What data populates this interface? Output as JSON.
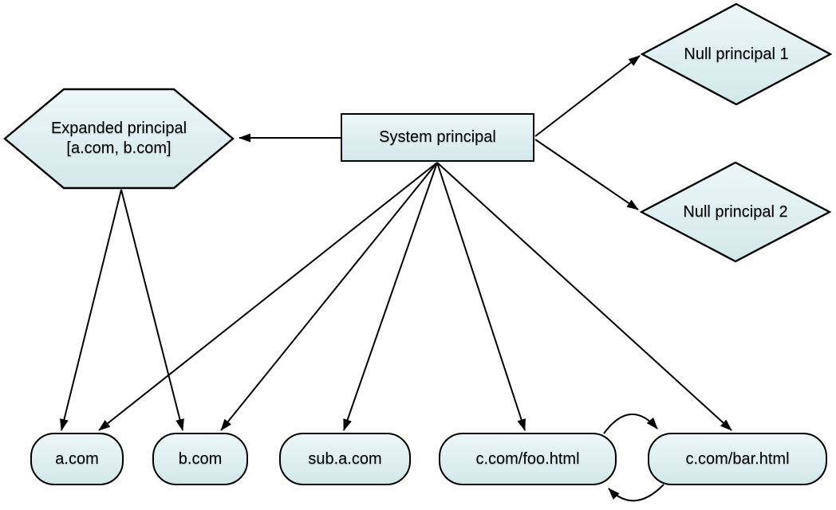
{
  "diagram": {
    "colors": {
      "fill_top": "#edf7f8",
      "fill_bottom": "#d3e8ea",
      "stroke": "#000000",
      "edge": "#000000",
      "background": "#ffffff"
    },
    "nodes": {
      "system_principal": {
        "label": "System principal",
        "shape": "rectangle"
      },
      "expanded_principal": {
        "label_line1": "Expanded principal",
        "label_line2": "[a.com, b.com]",
        "shape": "hexagon"
      },
      "null_principal_1": {
        "label": "Null principal 1",
        "shape": "diamond"
      },
      "null_principal_2": {
        "label": "Null principal 2",
        "shape": "diamond"
      },
      "a_com": {
        "label": "a.com",
        "shape": "rounded-rectangle"
      },
      "b_com": {
        "label": "b.com",
        "shape": "rounded-rectangle"
      },
      "sub_a_com": {
        "label": "sub.a.com",
        "shape": "rounded-rectangle"
      },
      "c_com_foo_html": {
        "label": "c.com/foo.html",
        "shape": "rounded-rectangle"
      },
      "c_com_bar_html": {
        "label": "c.com/bar.html",
        "shape": "rounded-rectangle"
      }
    },
    "edges": [
      {
        "from": "system_principal",
        "to": "expanded_principal",
        "style": "straight"
      },
      {
        "from": "system_principal",
        "to": "null_principal_1",
        "style": "straight"
      },
      {
        "from": "system_principal",
        "to": "null_principal_2",
        "style": "straight"
      },
      {
        "from": "system_principal",
        "to": "a_com",
        "style": "straight"
      },
      {
        "from": "system_principal",
        "to": "b_com",
        "style": "straight"
      },
      {
        "from": "system_principal",
        "to": "sub_a_com",
        "style": "straight"
      },
      {
        "from": "system_principal",
        "to": "c_com_foo_html",
        "style": "straight"
      },
      {
        "from": "system_principal",
        "to": "c_com_bar_html",
        "style": "straight"
      },
      {
        "from": "expanded_principal",
        "to": "a_com",
        "style": "straight"
      },
      {
        "from": "expanded_principal",
        "to": "b_com",
        "style": "straight"
      },
      {
        "from": "c_com_foo_html",
        "to": "c_com_bar_html",
        "style": "curved"
      },
      {
        "from": "c_com_bar_html",
        "to": "c_com_foo_html",
        "style": "curved"
      }
    ]
  }
}
